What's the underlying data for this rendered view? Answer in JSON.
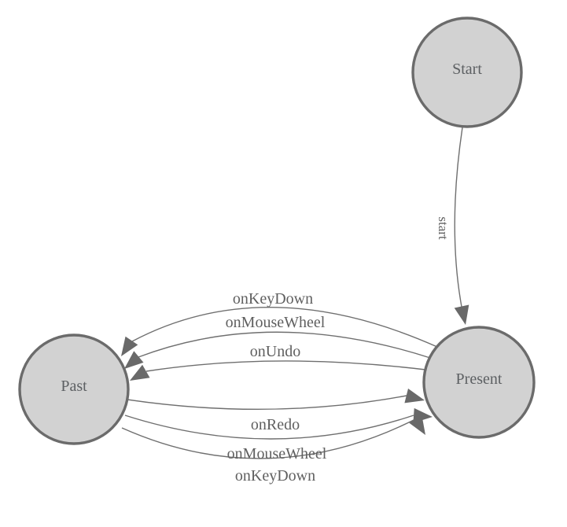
{
  "nodes": {
    "start": {
      "label": "Start"
    },
    "past": {
      "label": "Past"
    },
    "present": {
      "label": "Present"
    }
  },
  "edges": {
    "start_to_present": {
      "label": "start"
    },
    "present_to_past": [
      {
        "label": "onKeyDown"
      },
      {
        "label": "onMouseWheel"
      },
      {
        "label": "onUndo"
      }
    ],
    "past_to_present": [
      {
        "label": "onRedo"
      },
      {
        "label": "onMouseWheel"
      },
      {
        "label": "onKeyDown"
      }
    ]
  },
  "colors": {
    "background": "#ffffff",
    "node_fill": "#d2d2d2",
    "node_stroke": "#6b6b6b",
    "edge_line": "#6f6f6f",
    "arrow_fill": "#696969",
    "label_text": "#5d6063"
  }
}
